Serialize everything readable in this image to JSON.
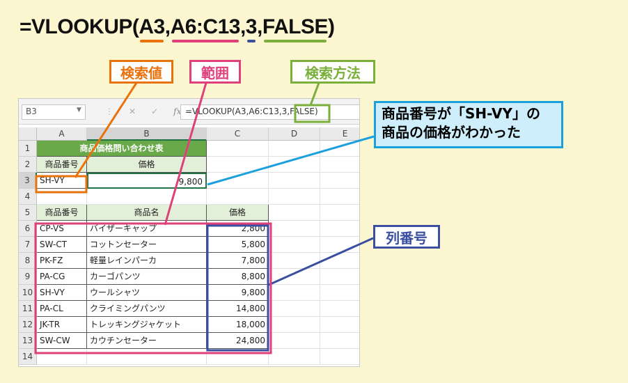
{
  "formula": {
    "prefix": "=VLOOKUP(",
    "arg1": "A3",
    "sep1": ",",
    "arg2": "A6:C13",
    "sep2": ",",
    "arg3": "3",
    "sep3": ",",
    "arg4": "FALSE",
    "suffix": ")"
  },
  "callouts": {
    "lookup_value": "検索値",
    "range": "範囲",
    "lookup_type": "検索方法",
    "column_number": "列番号"
  },
  "result_bubble": {
    "line1": "商品番号が「SH-VY」の",
    "line2": "商品の価格がわかった"
  },
  "colors": {
    "orange": "#e8720c",
    "pink": "#e0407a",
    "navy": "#3a4fa0",
    "green": "#7ab03a",
    "cyan": "#1aa0dc"
  },
  "excel": {
    "name_box": "B3",
    "formula_bar": "=VLOOKUP(A3,A6:C13,3,FALSE)",
    "icons": [
      "dropdown-icon",
      "cancel-icon",
      "enter-icon",
      "function-icon"
    ],
    "columns": [
      "A",
      "B",
      "C",
      "D",
      "E"
    ],
    "rows": [
      "1",
      "2",
      "3",
      "4",
      "5",
      "6",
      "7",
      "8",
      "9",
      "10",
      "11",
      "12",
      "13",
      "14"
    ],
    "title": "商品価格問い合わせ表",
    "lookup_header": [
      "商品番号",
      "価格"
    ],
    "lookup_row": [
      "SH-VY",
      "9,800"
    ],
    "table_header": [
      "商品番号",
      "商品名",
      "価格"
    ],
    "table": [
      [
        "CP-VS",
        "バイザーキャップ",
        "2,800"
      ],
      [
        "SW-CT",
        "コットンセーター",
        "5,800"
      ],
      [
        "PK-FZ",
        "軽量レインパーカ",
        "7,800"
      ],
      [
        "PA-CG",
        "カーゴパンツ",
        "8,800"
      ],
      [
        "SH-VY",
        "ウールシャツ",
        "9,800"
      ],
      [
        "PA-CL",
        "クライミングパンツ",
        "14,800"
      ],
      [
        "JK-TR",
        "トレッキングジャケット",
        "18,000"
      ],
      [
        "SW-CW",
        "カウチンセーター",
        "24,800"
      ]
    ]
  }
}
